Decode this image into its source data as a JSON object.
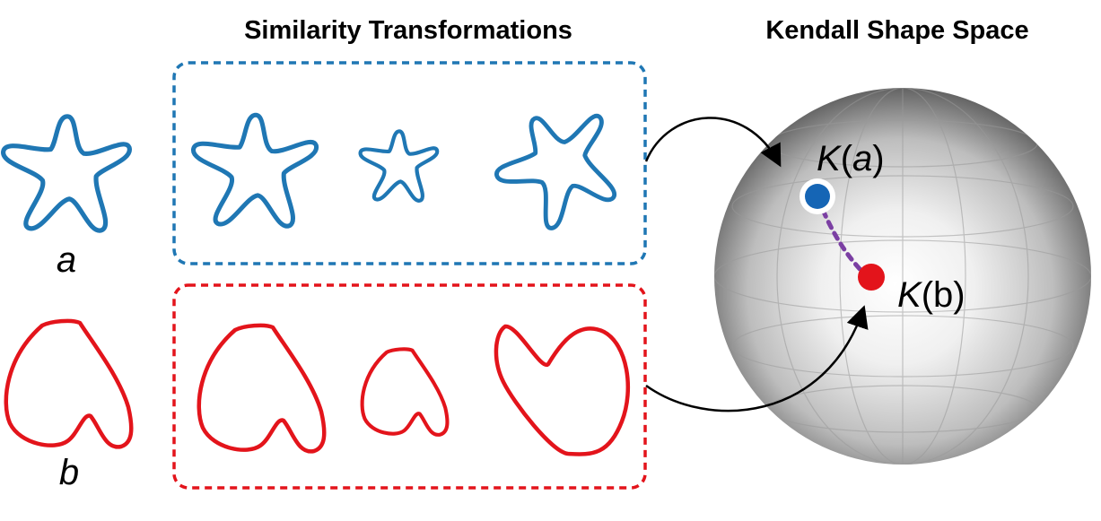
{
  "headings": {
    "similarity": "Similarity Transformations",
    "kendall": "Kendall Shape Space"
  },
  "shapes": {
    "a_label": "a",
    "b_label": "b",
    "a_color": "#1f77b4",
    "b_color": "#e3141b"
  },
  "groups": {
    "top_box_color": "#1f77b4",
    "bottom_box_color": "#e3141b"
  },
  "sphere": {
    "point_a": {
      "name": "K",
      "open": "(",
      "arg": "a",
      "close": ")",
      "color": "#1565b5"
    },
    "point_b": {
      "name": "K",
      "open": "(",
      "arg": "b",
      "close": ")",
      "color": "#e3141b"
    },
    "geodesic_color": "#7b3fa3"
  }
}
